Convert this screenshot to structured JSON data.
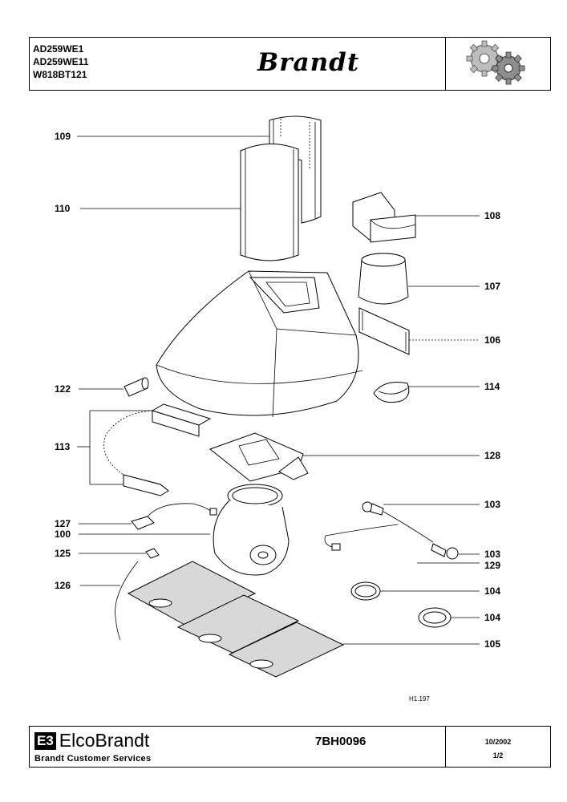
{
  "header": {
    "models": [
      "AD259WE1",
      "AD259WE11",
      "W818BT121"
    ],
    "brand": "Brandt",
    "gear_icon": "gears-icon"
  },
  "parts": [
    {
      "id": "109",
      "label": "109"
    },
    {
      "id": "110",
      "label": "110"
    },
    {
      "id": "108",
      "label": "108"
    },
    {
      "id": "107",
      "label": "107"
    },
    {
      "id": "106",
      "label": "106"
    },
    {
      "id": "122",
      "label": "122"
    },
    {
      "id": "114",
      "label": "114"
    },
    {
      "id": "113",
      "label": "113"
    },
    {
      "id": "128",
      "label": "128"
    },
    {
      "id": "127",
      "label": "127"
    },
    {
      "id": "100",
      "label": "100"
    },
    {
      "id": "103a",
      "label": "103"
    },
    {
      "id": "125",
      "label": "125"
    },
    {
      "id": "103b",
      "label": "103"
    },
    {
      "id": "129",
      "label": "129"
    },
    {
      "id": "126",
      "label": "126"
    },
    {
      "id": "104a",
      "label": "104"
    },
    {
      "id": "104b",
      "label": "104"
    },
    {
      "id": "105",
      "label": "105"
    }
  ],
  "drawing_ref": "H1.197",
  "footer": {
    "company_mark": "E3",
    "company": "ElcoBrandt",
    "services": "Brandt Customer Services",
    "doc_ref": "7BH0096",
    "date": "10/2002",
    "page": "1/2"
  }
}
